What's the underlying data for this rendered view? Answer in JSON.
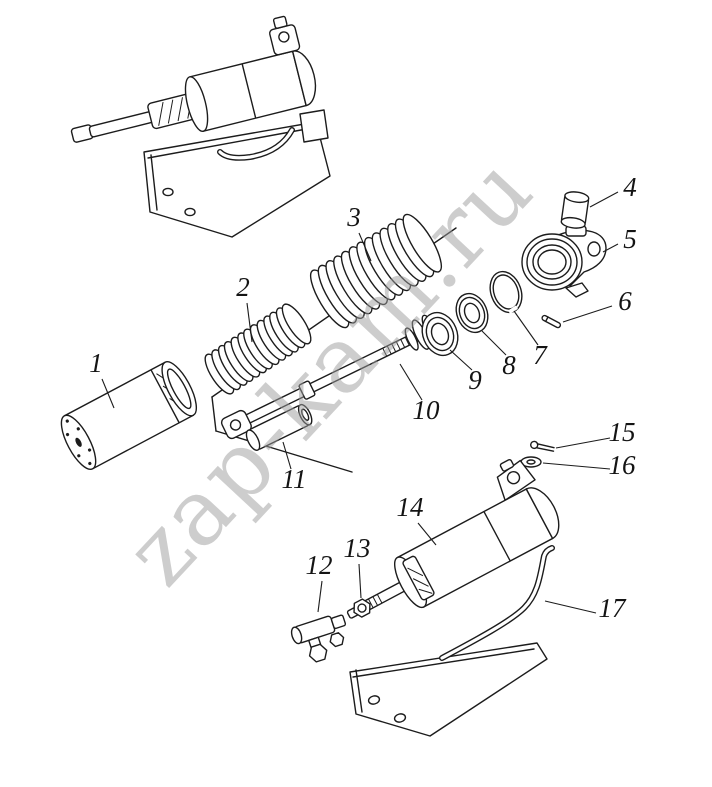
{
  "figure": {
    "type": "exploded-parts-diagram",
    "watermark": "zap-kam.ru",
    "colors": {
      "background": "#ffffff",
      "line": "#1c1c1c",
      "watermark": "#9c9c9c"
    },
    "callouts": [
      {
        "label": "1"
      },
      {
        "label": "2"
      },
      {
        "label": "3"
      },
      {
        "label": "4"
      },
      {
        "label": "5"
      },
      {
        "label": "6"
      },
      {
        "label": "7"
      },
      {
        "label": "8"
      },
      {
        "label": "9"
      },
      {
        "label": "10"
      },
      {
        "label": "11"
      },
      {
        "label": "12"
      },
      {
        "label": "13"
      },
      {
        "label": "14"
      },
      {
        "label": "15"
      },
      {
        "label": "16"
      },
      {
        "label": "17"
      }
    ]
  }
}
